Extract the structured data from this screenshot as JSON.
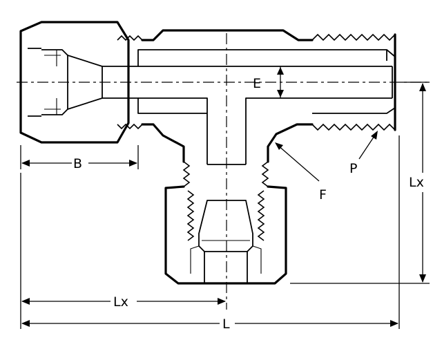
{
  "labels": {
    "B": "B",
    "E": "E",
    "F": "F",
    "P": "P",
    "Lx_right": "Lx",
    "Lx_bottom": "Lx",
    "L": "L"
  }
}
